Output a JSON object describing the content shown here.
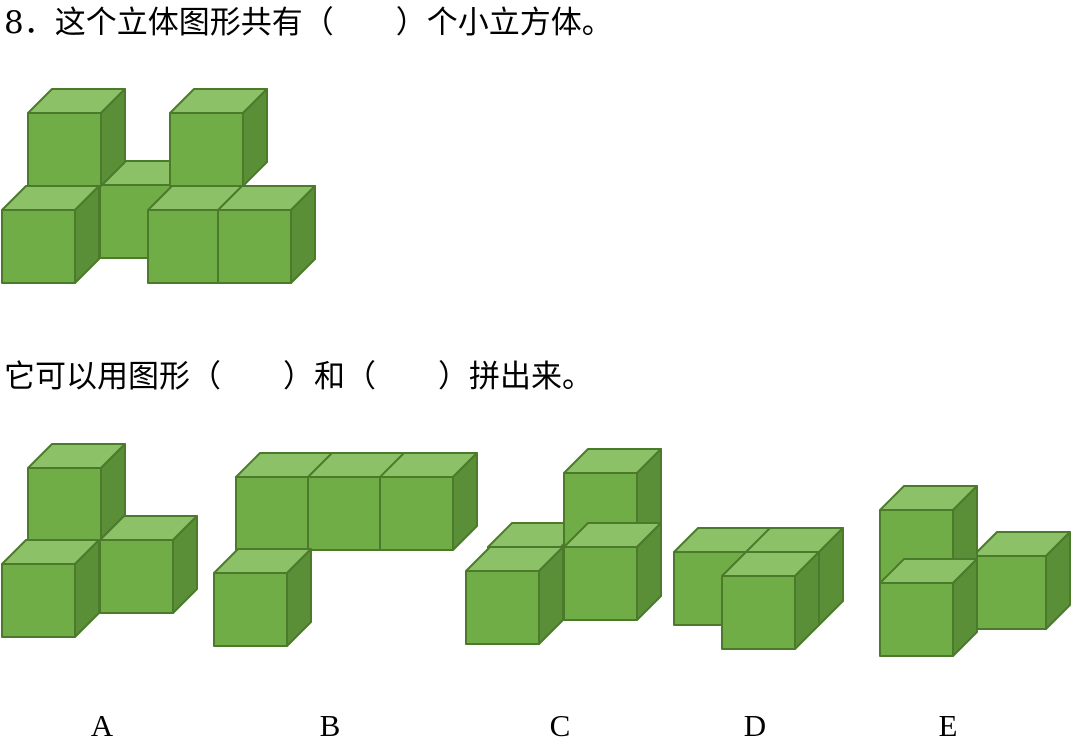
{
  "question": {
    "line1": "8．这个立体图形共有（　　）个小立方体。",
    "line2": "它可以用图形（　　）和（　　）拼出来。"
  },
  "colors": {
    "front": "#70ad47",
    "top": "#8cc168",
    "side": "#5a8f38",
    "edge": "#4a7a2a"
  },
  "options": [
    {
      "label": "A"
    },
    {
      "label": "B"
    },
    {
      "label": "C"
    },
    {
      "label": "D"
    },
    {
      "label": "E"
    }
  ]
}
